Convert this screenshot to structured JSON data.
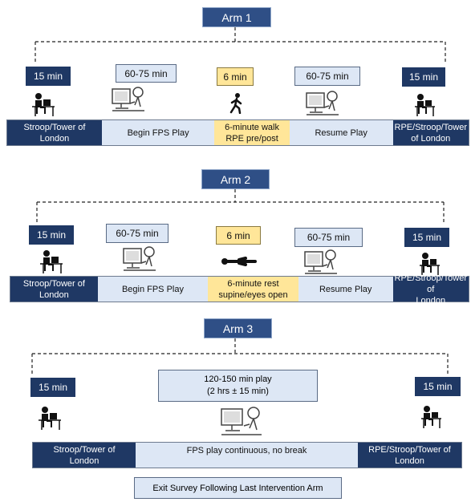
{
  "arm1": {
    "title": "Arm 1",
    "durations": [
      "15 min",
      "60-75 min",
      "6 min",
      "60-75  min",
      "15 min"
    ],
    "segments": [
      "Stroop/Tower of\nLondon",
      "Begin FPS Play",
      "6-minute walk\nRPE pre/post",
      "Resume Play",
      "RPE/Stroop/Tower\nof London"
    ],
    "icons": [
      "desk-person-icon",
      "computer-gamer-icon",
      "walking-person-icon",
      "computer-gamer-icon",
      "desk-person-icon"
    ]
  },
  "arm2": {
    "title": "Arm 2",
    "durations": [
      "15 min",
      "60-75 min",
      "6 min",
      "60-75  min",
      "15 min"
    ],
    "segments": [
      "Stroop/Tower of\nLondon",
      "Begin FPS Play",
      "6-minute rest\nsupine/eyes open",
      "Resume Play",
      "RPE/Stroop/Tower of\nLondon"
    ],
    "icons": [
      "desk-person-icon",
      "computer-gamer-icon",
      "lying-person-icon",
      "computer-gamer-icon",
      "desk-person-icon"
    ]
  },
  "arm3": {
    "title": "Arm 3",
    "durations": [
      "15 min",
      "15 min"
    ],
    "play_box": [
      "120-150 min play",
      "(2 hrs ± 15 min)"
    ],
    "segments": [
      "Stroop/Tower of\nLondon",
      "FPS play continuous, no break",
      "RPE/Stroop/Tower of\nLondon"
    ],
    "icons": [
      "desk-person-icon",
      "computer-gamer-icon",
      "desk-person-icon"
    ]
  },
  "exit_survey": "Exit Survey Following Last Intervention Arm",
  "colors": {
    "dark": "#1f3864",
    "arm_title": "#2f4f86",
    "light": "#dde7f5",
    "yellow": "#ffe699"
  }
}
